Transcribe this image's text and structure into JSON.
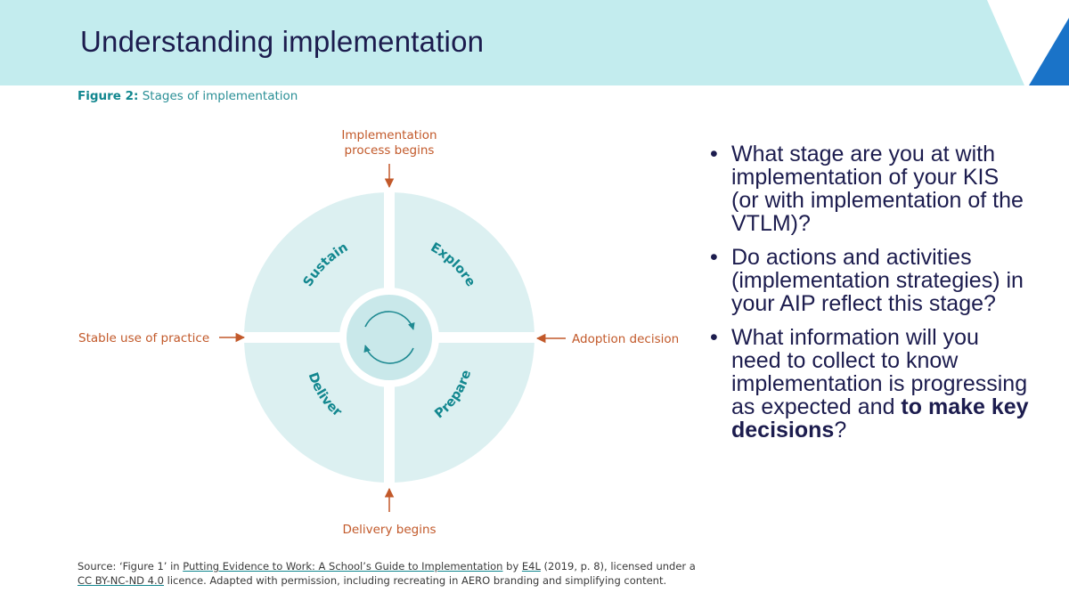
{
  "header": {
    "title": "Understanding implementation",
    "colors": {
      "banner": "#c3ecee",
      "accent": "#1a73c8",
      "title": "#1c1c4e"
    }
  },
  "figure": {
    "caption_label": "Figure 2:",
    "caption_text": "Stages of implementation",
    "stages": {
      "sustain": "Sustain",
      "explore": "Explore",
      "prepare": "Prepare",
      "deliver": "Deliver"
    },
    "transitions": {
      "top_line1": "Implementation",
      "top_line2": "process begins",
      "right": "Adoption decision",
      "bottom": "Delivery begins",
      "left": "Stable use of practice"
    },
    "center_icon": "cycle-arrows-icon",
    "colors": {
      "circle": "#dcf0f1",
      "center": "#c9e8ea",
      "stage_text": "#12878f",
      "arrows": "#c2592a"
    }
  },
  "bullets": {
    "b1": "What stage are you at with implementation of your KIS (or with implementation of the VTLM)?",
    "b2": "Do actions and activities (implementation strategies) in your AIP reflect this stage?",
    "b3_pre": "What information will you need to collect to know implementation is progressing as expected and ",
    "b3_bold": "to make key decisions",
    "b3_post": "?"
  },
  "source": {
    "p1": "Source: ‘Figure 1’ in ",
    "link1": "Putting Evidence to Work: A School’s Guide to Implementation",
    "p2": " by ",
    "link2": "E4L",
    "p3": " (2019, p. 8), licensed under a ",
    "link3": "CC BY-NC-ND 4.0",
    "p4": " licence. Adapted with permission, including recreating in AERO branding and simplifying content."
  }
}
